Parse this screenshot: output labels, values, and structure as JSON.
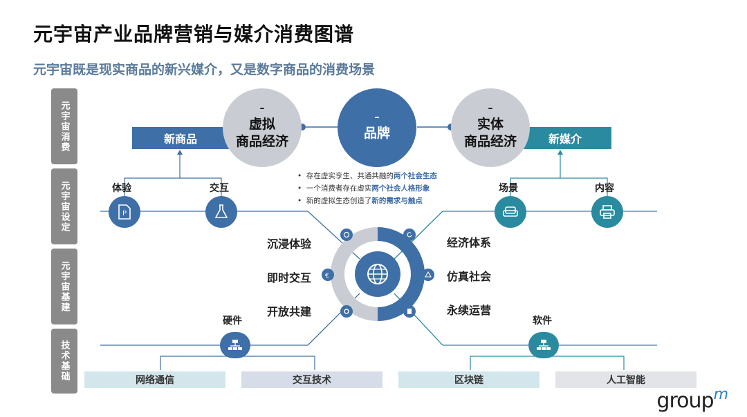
{
  "title": "元宇宙产业品牌营销与媒介消费图谱",
  "subtitle": "元宇宙既是现实商品的新兴媒介，又是数字商品的消费场景",
  "side_labels": [
    "元宇宙消费",
    "元宇宙设定",
    "元宇宙基建",
    "技术基础"
  ],
  "top": {
    "virtual": {
      "dash": "–",
      "line1": "虚拟",
      "line2": "商品经济"
    },
    "brand": {
      "dash": "–",
      "label": "品牌"
    },
    "real": {
      "dash": "–",
      "line1": "实体",
      "line2": "商品经济"
    },
    "new_goods": "新商品",
    "new_media": "新媒介"
  },
  "bullets": [
    {
      "text": "存在虚实孪生、共通共融的",
      "highlight": "两个社会生态"
    },
    {
      "text": "一个消费者存在虚实",
      "highlight": "两个社会人格形象"
    },
    {
      "text": "新的虚拟生态创造了",
      "highlight": "新的需求与触点"
    }
  ],
  "setting": {
    "experience": "体验",
    "interaction": "交互",
    "scene": "场景",
    "content": "内容"
  },
  "center": {
    "left_items": [
      "沉浸体验",
      "即时交互",
      "开放共建"
    ],
    "right_items": [
      "经济体系",
      "仿真社会",
      "永续运营"
    ]
  },
  "infra": {
    "hardware": "硬件",
    "software": "软件"
  },
  "bottom": [
    "网络通信",
    "交互技术",
    "区块链",
    "人工智能"
  ],
  "logo": {
    "main": "group",
    "sup": "m"
  },
  "colors": {
    "navy": "#3e6fa7",
    "teal": "#2a8aa0",
    "gray": "#c9cdd3"
  }
}
